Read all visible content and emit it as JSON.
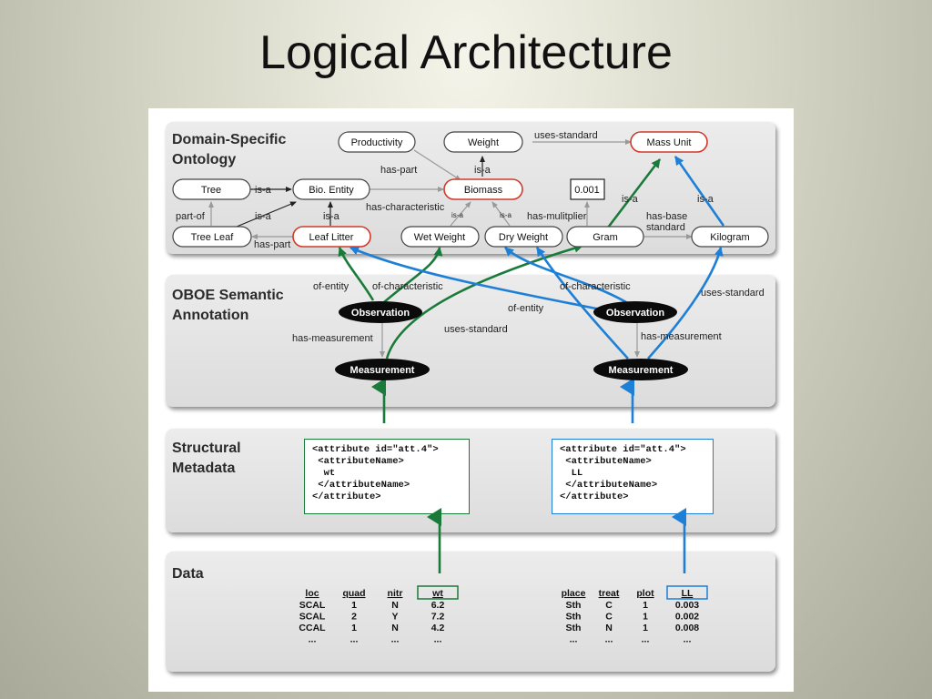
{
  "title": "Logical Architecture",
  "bands": {
    "ontology": {
      "line1": "Domain-Specific",
      "line2": "Ontology"
    },
    "semantic": {
      "line1": "OBOE Semantic",
      "line2": "Annotation"
    },
    "structural": {
      "line1": "Structural",
      "line2": "Metadata"
    },
    "data": {
      "line1": "Data"
    }
  },
  "ontology_nodes": {
    "productivity": "Productivity",
    "weight": "Weight",
    "mass_unit": "Mass Unit",
    "tree": "Tree",
    "bio_entity": "Bio. Entity",
    "biomass": "Biomass",
    "value_box": "0.001",
    "tree_leaf": "Tree Leaf",
    "leaf_litter": "Leaf Litter",
    "wet_weight": "Wet Weight",
    "dry_weight": "Dry Weight",
    "gram": "Gram",
    "kilogram": "Kilogram"
  },
  "ontology_edges": {
    "uses_standard": "uses-standard",
    "has_part_top": "has-part",
    "is_a_weight": "is-a",
    "is_a_tree": "is-a",
    "has_characteristic": "has-characteristic",
    "is_a_gram": "is-a",
    "is_a_kilogram": "is-a",
    "part_of": "part-of",
    "is_a_leaf": "is-a",
    "is_a_litter": "is-a",
    "is_a_wet": "is-a",
    "is_a_dry": "is-a",
    "has_multiplier": "has-mulitplier",
    "has_base_1": "has-base",
    "has_base_2": "standard",
    "has_part_bottom": "has-part"
  },
  "semantic_nodes": {
    "obs_left": "Observation",
    "obs_right": "Observation",
    "meas_left": "Measurement",
    "meas_right": "Measurement"
  },
  "semantic_edges": {
    "of_entity_left": "of-entity",
    "of_characteristic_left": "of-characteristic",
    "of_characteristic_right": "of-characteristic",
    "uses_standard_right": "uses-standard",
    "of_entity_right": "of-entity",
    "has_measurement_left": "has-measurement",
    "uses_standard_mid": "uses-standard",
    "has_measurement_right": "has-measurement"
  },
  "metadata": {
    "left": "<attribute id=\"att.4\">\n <attributeName>\n  wt\n </attributeName>\n</attribute>",
    "right": "<attribute id=\"att.4\">\n <attributeName>\n  LL\n </attributeName>\n</attribute>"
  },
  "tables": {
    "left": {
      "headers": [
        "loc",
        "quad",
        "nitr",
        "wt"
      ],
      "rows": [
        [
          "SCAL",
          "1",
          "N",
          "6.2"
        ],
        [
          "SCAL",
          "2",
          "Y",
          "7.2"
        ],
        [
          "CCAL",
          "1",
          "N",
          "4.2"
        ],
        [
          "...",
          "...",
          "...",
          "..."
        ]
      ]
    },
    "right": {
      "headers": [
        "place",
        "treat",
        "plot",
        "LL"
      ],
      "rows": [
        [
          "Sth",
          "C",
          "1",
          "0.003"
        ],
        [
          "Sth",
          "C",
          "1",
          "0.002"
        ],
        [
          "Sth",
          "N",
          "1",
          "0.008"
        ],
        [
          "...",
          "...",
          "...",
          "..."
        ]
      ]
    }
  },
  "colors": {
    "green": "#1a7a3a",
    "blue": "#1e7fd6",
    "red_border": "#d03a2a",
    "dark_node": "#0b0b0b"
  }
}
